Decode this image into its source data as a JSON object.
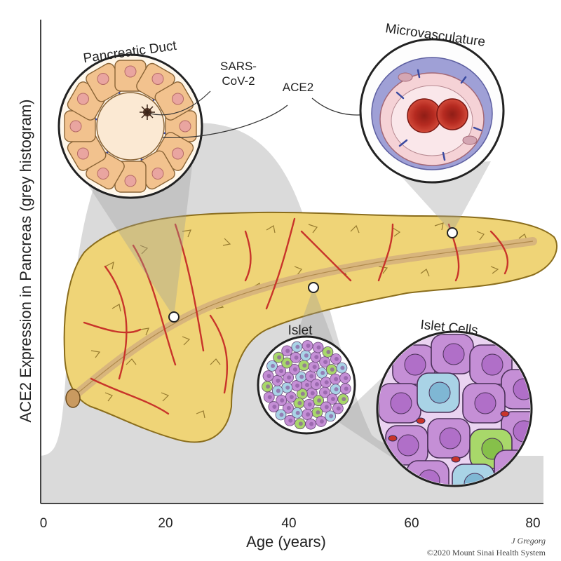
{
  "axes": {
    "y_title": "ACE2 Expression in Pancreas (grey histogram)",
    "x_title": "Age (years)",
    "x_ticks": [
      "0",
      "20",
      "40",
      "60",
      "80"
    ]
  },
  "insets": {
    "duct_title": "Pancreatic Duct",
    "microvasculature_title": "Microvasculature",
    "islet_title": "Islet",
    "islet_cells_title": "Islet Cells"
  },
  "callouts": {
    "sars_line1": "SARS-",
    "sars_line2": "CoV-2",
    "ace2": "ACE2"
  },
  "credits": {
    "artist": "J Gregorg",
    "copyright": "©2020 Mount Sinai Health System"
  },
  "colors": {
    "histogram": "#dadada",
    "pancreas": "#efd477",
    "vessel": "#c8342a",
    "duct_tissue": "#f2c28e",
    "islet_purple": "#c58fd6",
    "islet_blue": "#a9d3e6",
    "islet_green": "#a8d86a",
    "rbc": "#c8342a"
  }
}
